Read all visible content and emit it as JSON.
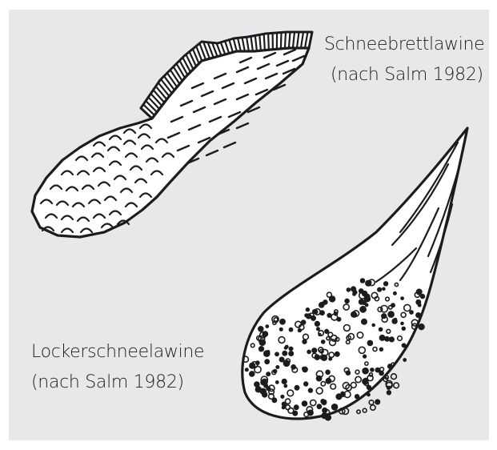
{
  "labels": {
    "slab_avalanche": "Schneebrettlawine",
    "slab_credit": "(nach Salm 1982)",
    "loose_snow_avalanche": "Lockerschneelawine",
    "loose_credit": "(nach Salm 1982)"
  },
  "colors": {
    "background": "#e7e8e9",
    "ink": "#1c1c1c"
  }
}
